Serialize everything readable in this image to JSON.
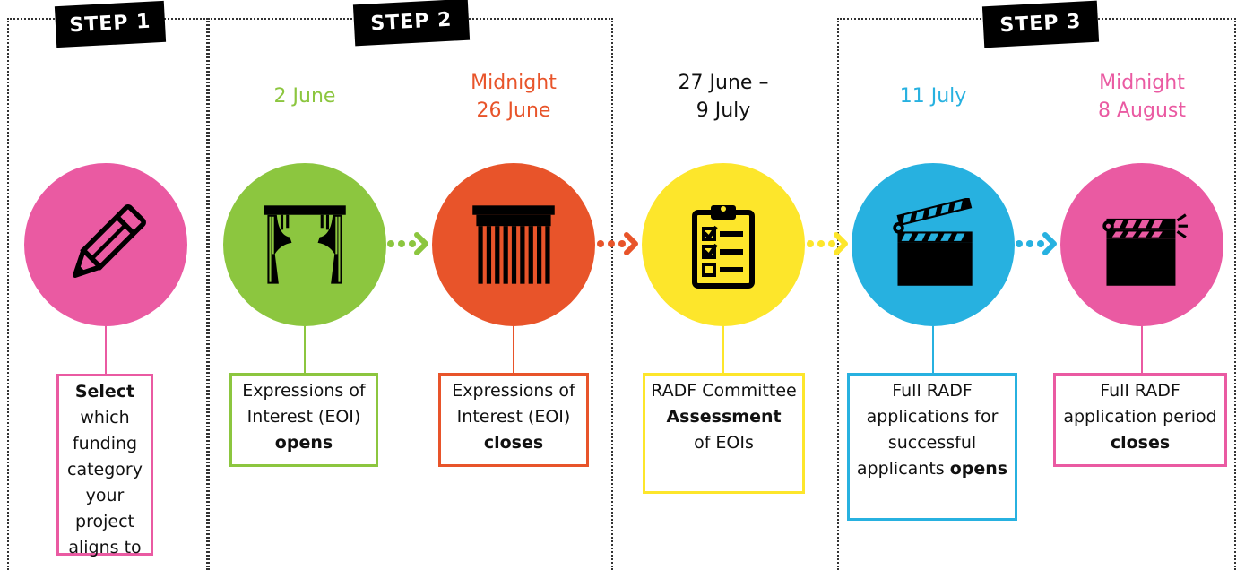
{
  "steps": {
    "step1": "STEP 1",
    "step2": "STEP 2",
    "step3": "STEP 3"
  },
  "colors": {
    "pink": "#ea5aa2",
    "green": "#8cc63f",
    "orange": "#e8542a",
    "yellow": "#fde62b",
    "blue": "#27b1e0",
    "black": "#000000"
  },
  "milestones": [
    {
      "id": "select",
      "color": "pink",
      "icon": "pencil-icon",
      "date_line1": "",
      "date_line2": "",
      "text_before": "",
      "text_bold_first": "Select",
      "text_after": "which funding category your project aligns to"
    },
    {
      "id": "eoi-opens",
      "color": "green",
      "icon": "open-curtain-icon",
      "date_line1": "2 June",
      "date_line2": "",
      "text_before": "Expressions of Interest (EOI)",
      "text_bold": "opens"
    },
    {
      "id": "eoi-closes",
      "color": "orange",
      "icon": "closed-curtain-icon",
      "date_line1": "Midnight",
      "date_line2": "26 June",
      "text_before": "Expressions of Interest (EOI)",
      "text_bold": "closes"
    },
    {
      "id": "assessment",
      "color": "yellow",
      "icon": "clipboard-checklist-icon",
      "date_line1": "27 June –",
      "date_line2": "9 July",
      "text_before": "RADF Committee",
      "text_bold": "Assessment",
      "text_after": "of EOIs"
    },
    {
      "id": "applications-open",
      "color": "blue",
      "icon": "clapperboard-open-icon",
      "date_line1": "11 July",
      "date_line2": "",
      "text_before": "Full RADF applications for successful applicants",
      "text_bold": "opens"
    },
    {
      "id": "applications-close",
      "color": "pink",
      "icon": "clapperboard-closed-icon",
      "date_line1": "Midnight",
      "date_line2": "8 August",
      "text_before": "Full RADF application period",
      "text_bold": "closes"
    }
  ]
}
